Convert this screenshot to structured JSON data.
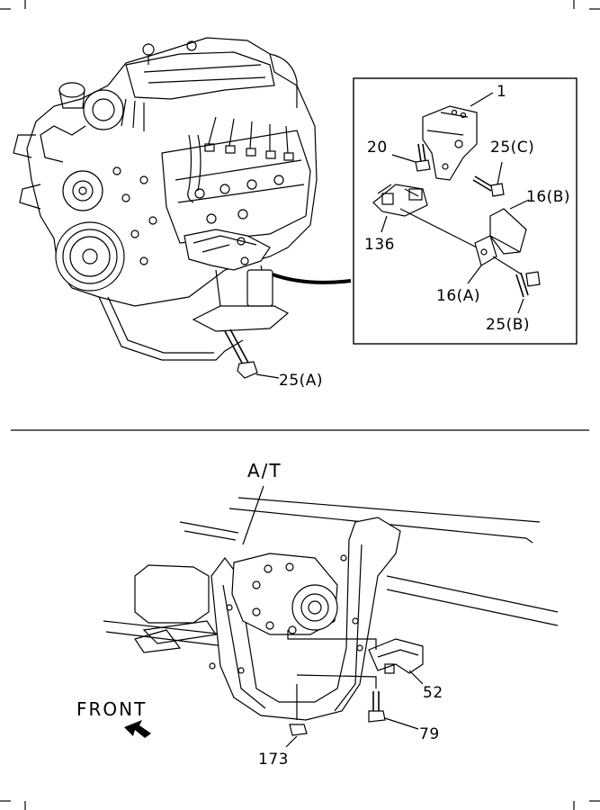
{
  "upper": {
    "callout_labels": {
      "part_1": "1",
      "part_20": "20",
      "part_25c": "25(C)",
      "part_16b": "16(B)",
      "part_136": "136",
      "part_16a": "16(A)",
      "part_25b": "25(B)"
    },
    "main_labels": {
      "part_25a": "25(A)"
    }
  },
  "lower": {
    "labels": {
      "at": "A/T",
      "front": "FRONT",
      "part_52": "52",
      "part_79": "79",
      "part_173": "173"
    }
  },
  "icons": [
    "front-arrow-icon"
  ]
}
